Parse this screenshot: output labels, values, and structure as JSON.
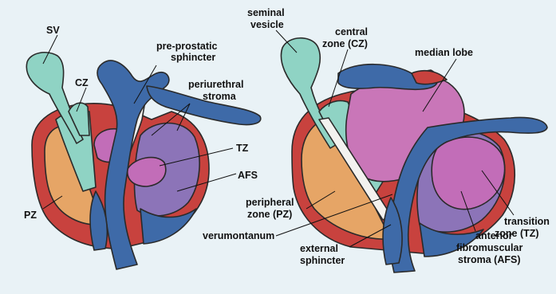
{
  "background_color": "#e9f2f6",
  "colors": {
    "capsule_red": "#c8423e",
    "peripheral_orange": "#e6a566",
    "central_teal": "#8fd3c4",
    "transition_pink": "#c26db8",
    "median_pink": "#c976b8",
    "afs_purple": "#8c74b8",
    "urethra_blue": "#3e6aa8",
    "stroma_white": "#f3f2ef"
  },
  "left_figure": {
    "labels": {
      "sv": "SV",
      "cz": "CZ",
      "pre_prostatic_1": "pre-prostatic",
      "pre_prostatic_2": "sphincter",
      "periurethral_1": "periurethral",
      "periurethral_2": "stroma",
      "tz": "TZ",
      "afs": "AFS",
      "pz": "PZ"
    }
  },
  "right_figure": {
    "labels": {
      "seminal_1": "seminal",
      "seminal_2": "vesicle",
      "central_1": "central",
      "central_2": "zone (CZ)",
      "median_lobe": "median lobe",
      "peripheral_1": "peripheral",
      "peripheral_2": "zone (PZ)",
      "verumontanum": "verumontanum",
      "external_1": "external",
      "external_2": "sphincter",
      "transition_1": "transition",
      "transition_2": "zone (TZ)",
      "anterior_1": "anterior",
      "anterior_2": "fibromuscular",
      "anterior_3": "stroma (AFS)"
    }
  }
}
